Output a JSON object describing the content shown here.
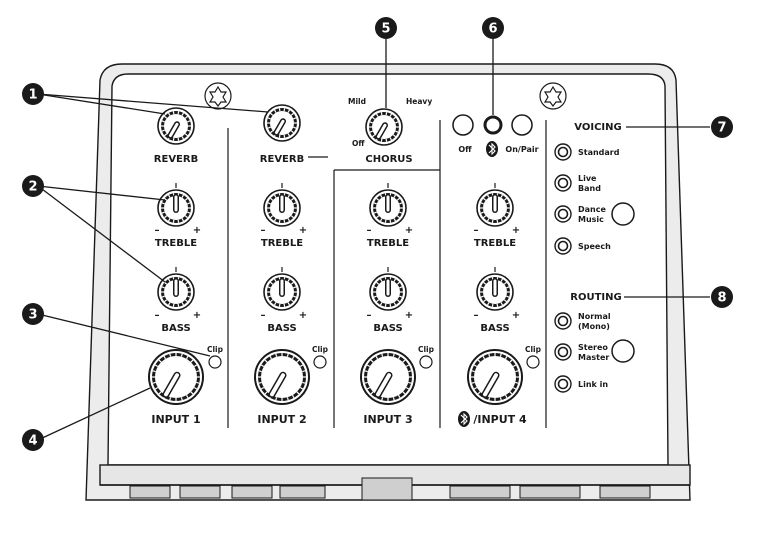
{
  "callouts": [
    "1",
    "2",
    "3",
    "4",
    "5",
    "6",
    "7",
    "8"
  ],
  "channels": [
    {
      "top_label": "REVERB",
      "input_label": "INPUT 1"
    },
    {
      "top_label": "REVERB",
      "input_label": "INPUT 2"
    },
    {
      "top_label": "",
      "input_label": "INPUT 3"
    },
    {
      "top_label": "",
      "input_label": "/INPUT 4"
    }
  ],
  "knob_labels": {
    "treble": "TREBLE",
    "bass": "BASS",
    "minus": "–",
    "plus": "+"
  },
  "clip_label": "Clip",
  "chorus": {
    "label": "CHORUS",
    "mild": "Mild",
    "heavy": "Heavy",
    "off": "Off"
  },
  "bluetooth": {
    "off_label": "Off",
    "on_pair_label": "On/Pair"
  },
  "voicing": {
    "title": "VOICING",
    "options": [
      "Standard",
      "Live\nBand",
      "Dance\nMusic",
      "Speech"
    ]
  },
  "routing": {
    "title": "ROUTING",
    "options": [
      "Normal\n(Mono)",
      "Stereo\nMaster",
      "Link in"
    ]
  },
  "colors": {
    "ink": "#1a1a1a",
    "panel": "#ffffff",
    "bezel": "#dcdcdc",
    "callout": "#1a1a1a"
  },
  "icons": [
    "bluetooth-icon",
    "screw-icon"
  ]
}
